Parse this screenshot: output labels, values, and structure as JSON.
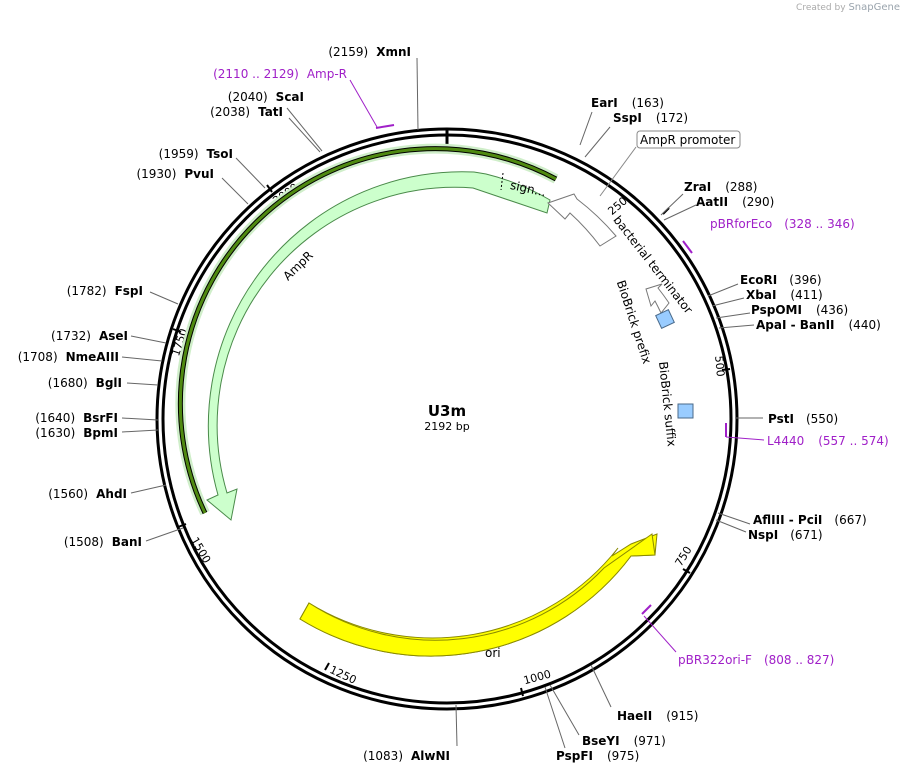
{
  "credit": {
    "prefix": "Created by",
    "brand": "SnapGene"
  },
  "plasmid": {
    "name": "U3m",
    "length_label": "2192 bp",
    "length": 2192
  },
  "ticks": [
    250,
    500,
    750,
    1000,
    1250,
    1500,
    1750,
    2000
  ],
  "sites_right": [
    {
      "name": "EarI",
      "pos": "(163)"
    },
    {
      "name": "SspI",
      "pos": "(172)"
    },
    {
      "name": "ZraI",
      "pos": "(288)"
    },
    {
      "name": "AatII",
      "pos": "(290)"
    },
    {
      "name": "EcoRI",
      "pos": "(396)"
    },
    {
      "name": "XbaI",
      "pos": "(411)"
    },
    {
      "name": "PspOMI",
      "pos": "(436)"
    },
    {
      "name": "ApaI  -  BanII",
      "pos": "(440)"
    },
    {
      "name": "PstI",
      "pos": "(550)"
    },
    {
      "name": "AflIII  -  PciI",
      "pos": "(667)"
    },
    {
      "name": "NspI",
      "pos": "(671)"
    },
    {
      "name": "HaeII",
      "pos": "(915)"
    },
    {
      "name": "BseYI",
      "pos": "(971)"
    },
    {
      "name": "PspFI",
      "pos": "(975)"
    }
  ],
  "sites_left": [
    {
      "name": "XmnI",
      "pos": "(2159)"
    },
    {
      "name": "ScaI",
      "pos": "(2040)"
    },
    {
      "name": "TatI",
      "pos": "(2038)"
    },
    {
      "name": "TsoI",
      "pos": "(1959)"
    },
    {
      "name": "PvuI",
      "pos": "(1930)"
    },
    {
      "name": "FspI",
      "pos": "(1782)"
    },
    {
      "name": "AseI",
      "pos": "(1732)"
    },
    {
      "name": "NmeAIII",
      "pos": "(1708)"
    },
    {
      "name": "BglI",
      "pos": "(1680)"
    },
    {
      "name": "BsrFI",
      "pos": "(1640)"
    },
    {
      "name": "BpmI",
      "pos": "(1630)"
    },
    {
      "name": "AhdI",
      "pos": "(1560)"
    },
    {
      "name": "BanI",
      "pos": "(1508)"
    },
    {
      "name": "AlwNI",
      "pos": "(1083)"
    }
  ],
  "primers": [
    {
      "name": "Amp-R",
      "range": "(2110 .. 2129)"
    },
    {
      "name": "pBRforEco",
      "range": "(328 .. 346)"
    },
    {
      "name": "L4440",
      "range": "(557 .. 574)"
    },
    {
      "name": "pBR322ori-F",
      "range": "(808 .. 827)"
    }
  ],
  "features": {
    "ampr_promoter": "AmpR promoter",
    "ampr": "AmpR",
    "signal": "sign...",
    "bacterial_terminator": "bacterial terminator",
    "biobrick_prefix": "BioBrick prefix",
    "biobrick_suffix": "BioBrick suffix",
    "ori": "ori"
  },
  "colors": {
    "primer": "#a020c8",
    "ampr_fill": "#ccffcc",
    "ori_fill": "#ffff00",
    "biobrick_fill": "#99ccff"
  }
}
